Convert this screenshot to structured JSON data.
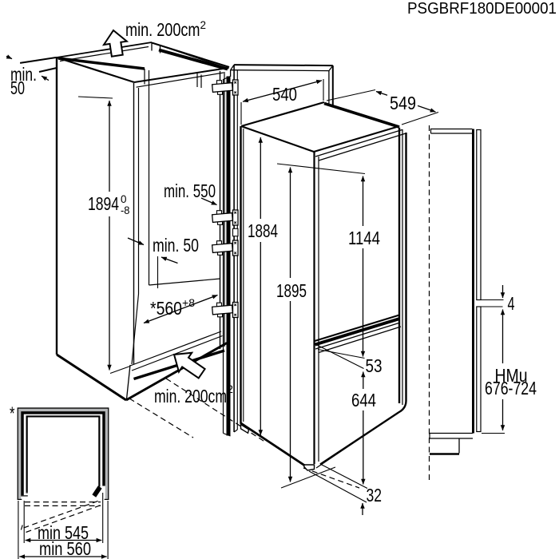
{
  "title": "PSGBRF180DE00001",
  "colors": {
    "line": "#000000",
    "panel_gray": "#b2b5b7",
    "background": "#ffffff"
  },
  "niche_view": {
    "top_vent_label": {
      "text": "min. 200cm",
      "sup": "2"
    },
    "wall_clearance_label": {
      "line1": "min.",
      "line2": "50"
    },
    "niche_height_dim": {
      "value": "1894",
      "tol_upper": "0",
      "tol_lower": "-8"
    },
    "niche_depth_dim": "min. 550",
    "rear_clearance_dim": "min. 50",
    "niche_width_dim": {
      "text": "*560",
      "sup": "+8"
    },
    "bottom_vent_label": {
      "text": "min. 200cm",
      "sup": "2"
    }
  },
  "appliance_view": {
    "width_dim": "540",
    "depth_dim": "549",
    "appliance_height_dim": "1884",
    "overall_height_dim": "1895",
    "upper_door_dim": "1144",
    "door_gap_dim": "53",
    "lower_door_dim": "644",
    "plinth_dim": "32"
  },
  "side_view": {
    "panel_gap_dim": "4",
    "panel_height_dim": {
      "line1": "HMu",
      "line2": "676-724"
    }
  },
  "plan_view": {
    "footnote_mark": "*",
    "inner_width_dim": "min 545",
    "outer_width_dim": "min 560"
  }
}
